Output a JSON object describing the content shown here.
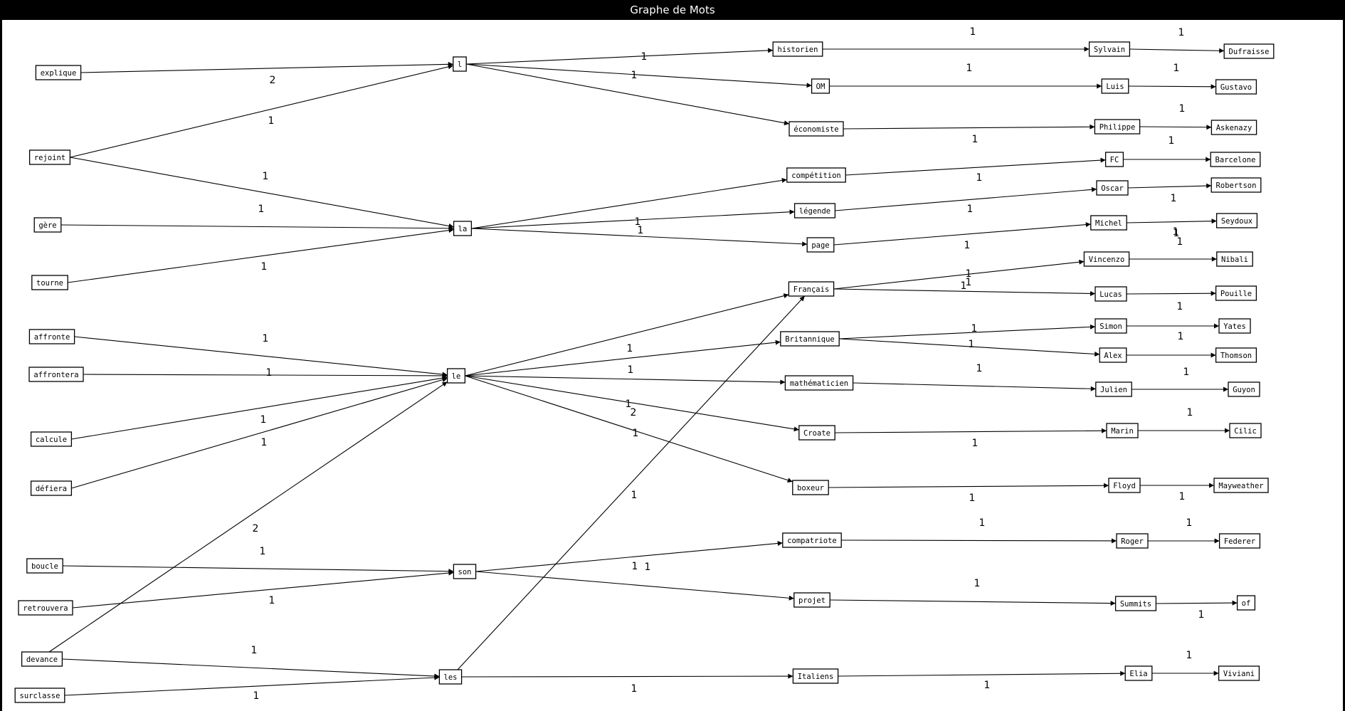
{
  "window": {
    "title": "Graphe de Mots"
  },
  "graph": {
    "nodes": [
      {
        "id": "explique",
        "label": "explique"
      },
      {
        "id": "rejoint",
        "label": "rejoint"
      },
      {
        "id": "gere",
        "label": "gère"
      },
      {
        "id": "tourne",
        "label": "tourne"
      },
      {
        "id": "affronte",
        "label": "affronte"
      },
      {
        "id": "affrontera",
        "label": "affrontera"
      },
      {
        "id": "calcule",
        "label": "calcule"
      },
      {
        "id": "defiera",
        "label": "défiera"
      },
      {
        "id": "boucle",
        "label": "boucle"
      },
      {
        "id": "retrouvera",
        "label": "retrouvera"
      },
      {
        "id": "devance",
        "label": "devance"
      },
      {
        "id": "surclasse",
        "label": "surclasse"
      },
      {
        "id": "l",
        "label": "l"
      },
      {
        "id": "la",
        "label": "la"
      },
      {
        "id": "le",
        "label": "le"
      },
      {
        "id": "son",
        "label": "son"
      },
      {
        "id": "les",
        "label": "les"
      },
      {
        "id": "historien",
        "label": "historien"
      },
      {
        "id": "OM",
        "label": "OM"
      },
      {
        "id": "economiste",
        "label": "économiste"
      },
      {
        "id": "competition",
        "label": "compétition"
      },
      {
        "id": "legende",
        "label": "légende"
      },
      {
        "id": "page",
        "label": "page"
      },
      {
        "id": "Francais",
        "label": "Français"
      },
      {
        "id": "Britannique",
        "label": "Britannique"
      },
      {
        "id": "mathematicien",
        "label": "mathématicien"
      },
      {
        "id": "Croate",
        "label": "Croate"
      },
      {
        "id": "boxeur",
        "label": "boxeur"
      },
      {
        "id": "compatriote",
        "label": "compatriote"
      },
      {
        "id": "projet",
        "label": "projet"
      },
      {
        "id": "Italiens",
        "label": "Italiens"
      },
      {
        "id": "Sylvain",
        "label": "Sylvain"
      },
      {
        "id": "Luis",
        "label": "Luis"
      },
      {
        "id": "Philippe",
        "label": "Philippe"
      },
      {
        "id": "FC",
        "label": "FC"
      },
      {
        "id": "Oscar",
        "label": "Oscar"
      },
      {
        "id": "Michel",
        "label": "Michel"
      },
      {
        "id": "Vincenzo",
        "label": "Vincenzo"
      },
      {
        "id": "Lucas",
        "label": "Lucas"
      },
      {
        "id": "Simon",
        "label": "Simon"
      },
      {
        "id": "Alex",
        "label": "Alex"
      },
      {
        "id": "Julien",
        "label": "Julien"
      },
      {
        "id": "Marin",
        "label": "Marin"
      },
      {
        "id": "Floyd",
        "label": "Floyd"
      },
      {
        "id": "Roger",
        "label": "Roger"
      },
      {
        "id": "Summits",
        "label": "Summits"
      },
      {
        "id": "Elia",
        "label": "Elia"
      },
      {
        "id": "Dufraisse",
        "label": "Dufraisse"
      },
      {
        "id": "Gustavo",
        "label": "Gustavo"
      },
      {
        "id": "Askenazy",
        "label": "Askenazy"
      },
      {
        "id": "Barcelone",
        "label": "Barcelone"
      },
      {
        "id": "Robertson",
        "label": "Robertson"
      },
      {
        "id": "Seydoux",
        "label": "Seydoux"
      },
      {
        "id": "Nibali",
        "label": "Nibali"
      },
      {
        "id": "Pouille",
        "label": "Pouille"
      },
      {
        "id": "Yates",
        "label": "Yates"
      },
      {
        "id": "Thomson",
        "label": "Thomson"
      },
      {
        "id": "Guyon",
        "label": "Guyon"
      },
      {
        "id": "Cilic",
        "label": "Cilic"
      },
      {
        "id": "Mayweather",
        "label": "Mayweather"
      },
      {
        "id": "Federer",
        "label": "Federer"
      },
      {
        "id": "of",
        "label": "of"
      },
      {
        "id": "Viviani",
        "label": "Viviani"
      }
    ],
    "edges": [
      {
        "from": "explique",
        "to": "l",
        "weight": "2"
      },
      {
        "from": "rejoint",
        "to": "l",
        "weight": "1"
      },
      {
        "from": "rejoint",
        "to": "la",
        "weight": "1"
      },
      {
        "from": "gere",
        "to": "la",
        "weight": "1"
      },
      {
        "from": "tourne",
        "to": "la",
        "weight": "1"
      },
      {
        "from": "affronte",
        "to": "le",
        "weight": "1"
      },
      {
        "from": "affrontera",
        "to": "le",
        "weight": "1"
      },
      {
        "from": "calcule",
        "to": "le",
        "weight": "1"
      },
      {
        "from": "defiera",
        "to": "le",
        "weight": "1"
      },
      {
        "from": "devance",
        "to": "le",
        "weight": "2"
      },
      {
        "from": "boucle",
        "to": "son",
        "weight": "1"
      },
      {
        "from": "retrouvera",
        "to": "son",
        "weight": "1"
      },
      {
        "from": "devance",
        "to": "les",
        "weight": "1"
      },
      {
        "from": "surclasse",
        "to": "les",
        "weight": "1"
      },
      {
        "from": "l",
        "to": "historien",
        "weight": "1"
      },
      {
        "from": "l",
        "to": "OM",
        "weight": "1"
      },
      {
        "from": "l",
        "to": "economiste",
        "weight": "1"
      },
      {
        "from": "la",
        "to": "competition",
        "weight": "1"
      },
      {
        "from": "la",
        "to": "legende",
        "weight": "1"
      },
      {
        "from": "la",
        "to": "page",
        "weight": "1"
      },
      {
        "from": "le",
        "to": "Francais",
        "weight": "1"
      },
      {
        "from": "le",
        "to": "Britannique",
        "weight": "1"
      },
      {
        "from": "le",
        "to": "mathematicien",
        "weight": "2"
      },
      {
        "from": "le",
        "to": "Croate",
        "weight": "1"
      },
      {
        "from": "le",
        "to": "boxeur",
        "weight": "1"
      },
      {
        "from": "son",
        "to": "compatriote",
        "weight": "1"
      },
      {
        "from": "son",
        "to": "projet",
        "weight": "1"
      },
      {
        "from": "les",
        "to": "Francais",
        "weight": "1"
      },
      {
        "from": "les",
        "to": "Italiens",
        "weight": "1"
      },
      {
        "from": "historien",
        "to": "Sylvain",
        "weight": "1"
      },
      {
        "from": "OM",
        "to": "Luis",
        "weight": "1"
      },
      {
        "from": "economiste",
        "to": "Philippe",
        "weight": "1"
      },
      {
        "from": "competition",
        "to": "FC",
        "weight": "1"
      },
      {
        "from": "legende",
        "to": "Oscar",
        "weight": "1"
      },
      {
        "from": "page",
        "to": "Michel",
        "weight": "1"
      },
      {
        "from": "Francais",
        "to": "Vincenzo",
        "weight": "1"
      },
      {
        "from": "Francais",
        "to": "Lucas",
        "weight": "1"
      },
      {
        "from": "Britannique",
        "to": "Simon",
        "weight": "1"
      },
      {
        "from": "Britannique",
        "to": "Alex",
        "weight": "1"
      },
      {
        "from": "mathematicien",
        "to": "Julien",
        "weight": "1"
      },
      {
        "from": "Croate",
        "to": "Marin",
        "weight": "1"
      },
      {
        "from": "boxeur",
        "to": "Floyd",
        "weight": "1"
      },
      {
        "from": "compatriote",
        "to": "Roger",
        "weight": "1"
      },
      {
        "from": "projet",
        "to": "Summits",
        "weight": "1"
      },
      {
        "from": "Italiens",
        "to": "Elia",
        "weight": "1"
      },
      {
        "from": "Sylvain",
        "to": "Dufraisse",
        "weight": "1"
      },
      {
        "from": "Luis",
        "to": "Gustavo",
        "weight": "1"
      },
      {
        "from": "Philippe",
        "to": "Askenazy",
        "weight": "1"
      },
      {
        "from": "FC",
        "to": "Barcelone",
        "weight": "1"
      },
      {
        "from": "Oscar",
        "to": "Robertson",
        "weight": "1"
      },
      {
        "from": "Michel",
        "to": "Seydoux",
        "weight": "1"
      },
      {
        "from": "Vincenzo",
        "to": "Nibali",
        "weight": "1"
      },
      {
        "from": "Lucas",
        "to": "Pouille",
        "weight": "1"
      },
      {
        "from": "Simon",
        "to": "Yates",
        "weight": "1"
      },
      {
        "from": "Alex",
        "to": "Thomson",
        "weight": "1"
      },
      {
        "from": "Julien",
        "to": "Guyon",
        "weight": "1"
      },
      {
        "from": "Marin",
        "to": "Cilic",
        "weight": "1"
      },
      {
        "from": "Floyd",
        "to": "Mayweather",
        "weight": "1"
      },
      {
        "from": "Roger",
        "to": "Federer",
        "weight": "1"
      },
      {
        "from": "Summits",
        "to": "of",
        "weight": "1"
      },
      {
        "from": "Elia",
        "to": "Viviani",
        "weight": "1"
      }
    ],
    "stray_labels": [
      "1",
      "1",
      "1"
    ]
  }
}
